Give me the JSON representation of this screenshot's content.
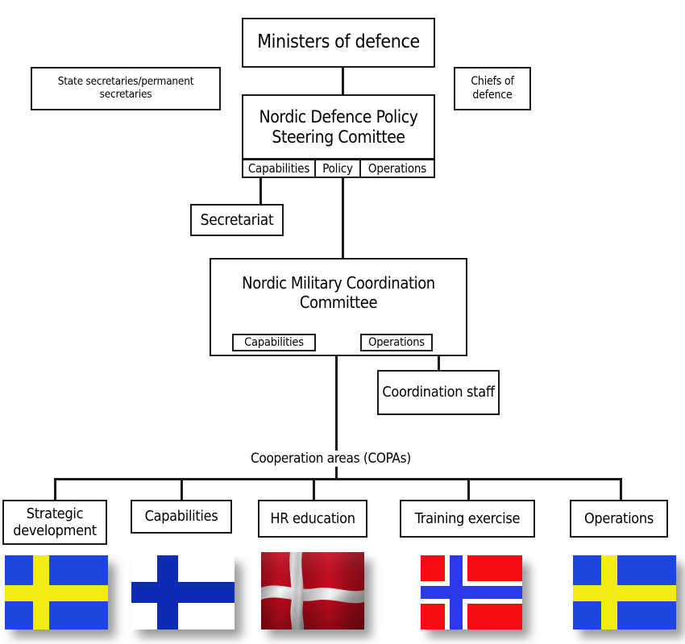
{
  "diagram": {
    "title_nodes": {
      "ministers": "Ministers of defence",
      "state_secretaries": "State secretaries/permanent secretaries",
      "chiefs_of_defence": "Chiefs of defence",
      "steering_committee": "Nordic Defence Policy Steering Comittee",
      "secretariat": "Secretariat",
      "military_coordination": "Nordic Military Coordination Committee",
      "coordination_staff": "Coordination staff",
      "copa_caption": "Cooperation areas (COPAs)"
    },
    "steering_committee_tabs": [
      {
        "label": "Capabilities"
      },
      {
        "label": "Policy"
      },
      {
        "label": "Operations"
      }
    ],
    "military_coordination_subgroups": [
      {
        "label": "Capabilities"
      },
      {
        "label": "Operations"
      }
    ],
    "cooperation_areas": [
      {
        "label": "Strategic development",
        "flag": "sweden",
        "flag_name": "flag-of-sweden"
      },
      {
        "label": "Capabilities",
        "flag": "finland",
        "flag_name": "flag-of-finland"
      },
      {
        "label": "HR education",
        "flag": "denmark",
        "flag_name": "flag-of-denmark"
      },
      {
        "label": "Training exercise",
        "flag": "norway",
        "flag_name": "flag-of-norway"
      },
      {
        "label": "Operations",
        "flag": "sweden",
        "flag_name": "flag-of-sweden"
      }
    ],
    "colors": {
      "line": "#1a1a1a",
      "box_border": "#1a1a1a",
      "box_fill": "#ffffff",
      "sweden_blue": "#1f45e0",
      "sweden_yellow": "#f2ec14",
      "finland_blue": "#0e2bb4",
      "finland_white": "#ffffff",
      "denmark_red": "#c60c1e",
      "denmark_white": "#ffffff",
      "norway_red": "#f40c12",
      "norway_blue": "#2a3ae8",
      "norway_white": "#ffffff",
      "shadow": "#8a8a8a"
    }
  }
}
